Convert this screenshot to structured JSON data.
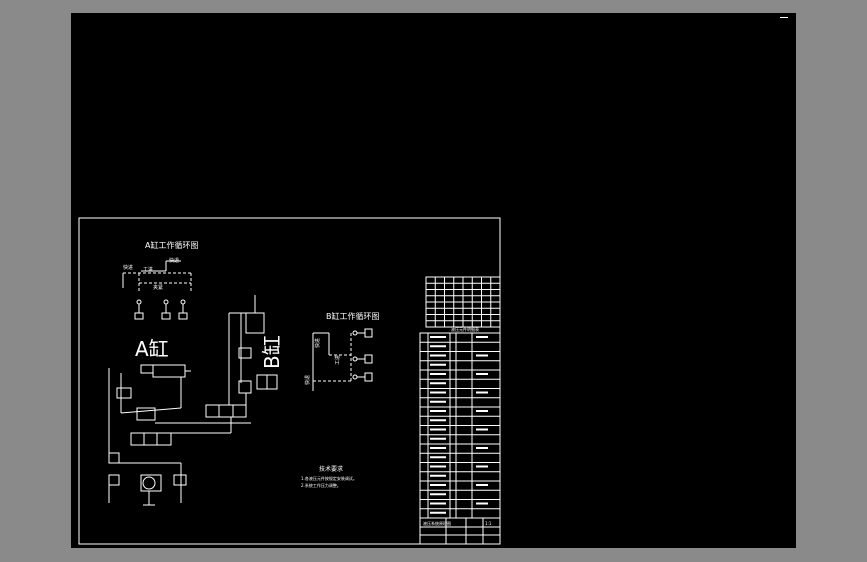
{
  "window": {
    "min_icon": "minimize-icon"
  },
  "drawing": {
    "title_a_cycle": "A缸工作循环图",
    "title_b_cycle": "B缸工作循环图",
    "cyl_a": "A缸",
    "cyl_b": "B缸",
    "a_cycle_labels": {
      "start": "工进",
      "fast": "快退",
      "fast_fwd": "快进",
      "clamp": "夹紧"
    },
    "b_cycle_labels": {
      "l1": "快进",
      "l2": "工进",
      "l3": "快退"
    },
    "tech_title": "技术要求",
    "tech_lines": [
      "1.各液压元件按规定安装调试。",
      "2.系统工作压力调整。"
    ],
    "parts_header": "液压元件明细表",
    "parts_rows": 20,
    "title_block": {
      "name": "液压系统原理图",
      "scale": "1:1"
    }
  }
}
